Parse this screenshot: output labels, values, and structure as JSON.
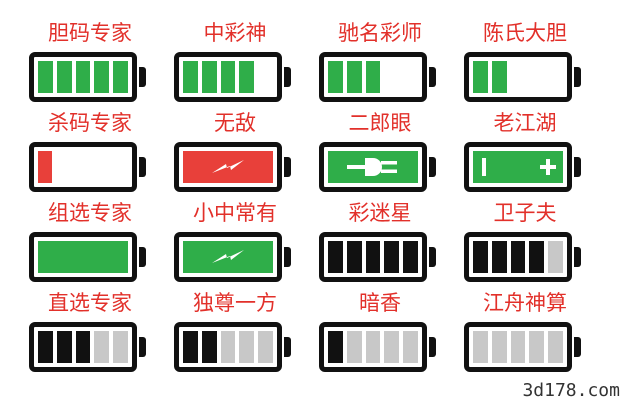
{
  "colors": {
    "green": "#2fae49",
    "red": "#e8403a",
    "black": "#111111",
    "gray": "#c8c8c8",
    "title_red": "#e2302a"
  },
  "items": [
    {
      "name": "胆码专家",
      "type": "segments",
      "segments": [
        "green",
        "green",
        "green",
        "green",
        "green"
      ]
    },
    {
      "name": "中彩神",
      "type": "segments",
      "segments": [
        "green",
        "green",
        "green",
        "green",
        "empty"
      ]
    },
    {
      "name": "驰名彩师",
      "type": "segments",
      "segments": [
        "green",
        "green",
        "green",
        "empty",
        "empty"
      ]
    },
    {
      "name": "陈氏大胆",
      "type": "segments",
      "segments": [
        "green",
        "green",
        "empty",
        "empty",
        "empty"
      ]
    },
    {
      "name": "杀码专家",
      "type": "low",
      "fill": "red",
      "icon": "none"
    },
    {
      "name": "无敌",
      "type": "full",
      "fill": "red",
      "icon": "lightning-icon"
    },
    {
      "name": "二郎眼",
      "type": "full",
      "fill": "green",
      "icon": "plug-icon"
    },
    {
      "name": "老江湖",
      "type": "full",
      "fill": "green",
      "icon": "minus-plus-icon"
    },
    {
      "name": "组选专家",
      "type": "full",
      "fill": "green",
      "icon": "none"
    },
    {
      "name": "小中常有",
      "type": "full",
      "fill": "green",
      "icon": "lightning-icon"
    },
    {
      "name": "彩迷星",
      "type": "segments",
      "segments": [
        "black",
        "black",
        "black",
        "black",
        "black"
      ]
    },
    {
      "name": "卫子夫",
      "type": "segments",
      "segments": [
        "black",
        "black",
        "black",
        "black",
        "gray"
      ]
    },
    {
      "name": "直选专家",
      "type": "segments",
      "segments": [
        "black",
        "black",
        "black",
        "gray",
        "gray"
      ]
    },
    {
      "name": "独尊一方",
      "type": "segments",
      "segments": [
        "black",
        "black",
        "gray",
        "gray",
        "gray"
      ]
    },
    {
      "name": "暗香",
      "type": "segments",
      "segments": [
        "black",
        "gray",
        "gray",
        "gray",
        "gray"
      ]
    },
    {
      "name": "江舟神算",
      "type": "segments",
      "segments": [
        "gray",
        "gray",
        "gray",
        "gray",
        "gray"
      ]
    }
  ],
  "watermark": "3d178.com"
}
